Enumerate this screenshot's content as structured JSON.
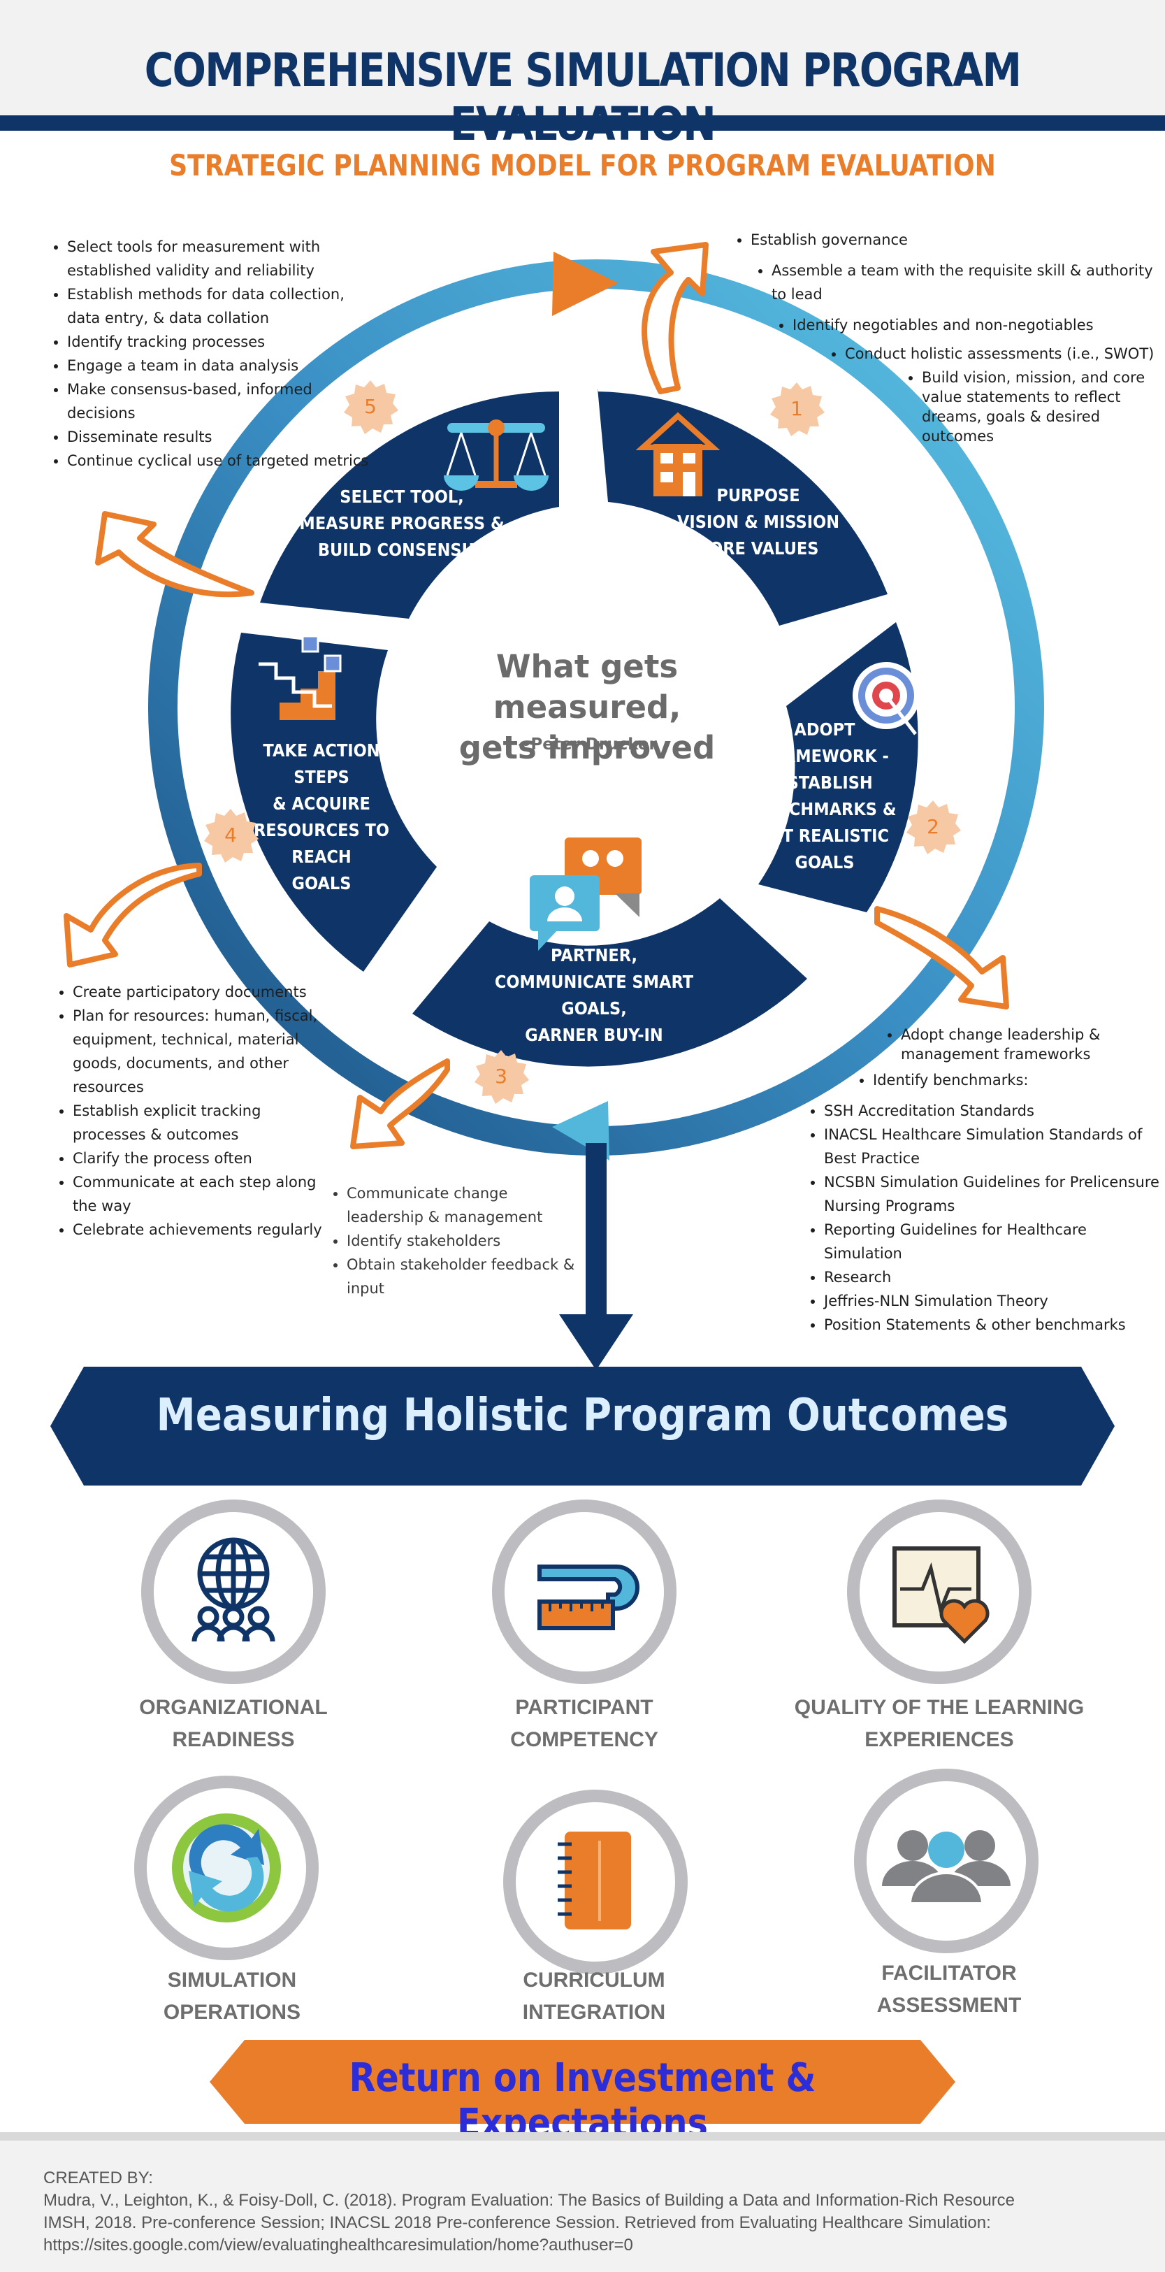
{
  "header": {
    "title": "COMPREHENSIVE SIMULATION PROGRAM EVALUATION",
    "subtitle": "STRATEGIC PLANNING MODEL FOR PROGRAM EVALUATION"
  },
  "quote": {
    "line1": "What gets measured,",
    "line2": "gets improved",
    "author": "~Peter Drucker"
  },
  "segments": [
    {
      "number": "1",
      "label_lines": [
        "PURPOSE",
        "VISION & MISSION",
        "CORE VALUES"
      ]
    },
    {
      "number": "2",
      "label_lines": [
        "ADOPT",
        "FRAMEWORK -",
        "ESTABLISH",
        "BENCHMARKS &",
        "SET REALISTIC",
        "GOALS"
      ]
    },
    {
      "number": "3",
      "label_lines": [
        "PARTNER,",
        "COMMUNICATE SMART GOALS,",
        "GARNER BUY-IN"
      ]
    },
    {
      "number": "4",
      "label_lines": [
        "TAKE ACTION STEPS",
        "& ACQUIRE",
        "RESOURCES TO",
        "REACH",
        "GOALS"
      ]
    },
    {
      "number": "5",
      "label_lines": [
        "SELECT TOOL,",
        "MEASURE PROGRESS &",
        "BUILD CONSENSUS"
      ]
    }
  ],
  "notes": {
    "step1": [
      "Establish governance",
      "Assemble a team with the requisite skill & authority to lead",
      "Identify negotiables and non-negotiables",
      "Conduct holistic assessments (i.e., SWOT)",
      "Build vision, mission, and core value statements to reflect dreams, goals & desired outcomes"
    ],
    "step2": [
      "Adopt change leadership & management frameworks",
      "Identify benchmarks:",
      "SSH Accreditation Standards",
      "INACSL Healthcare Simulation Standards of Best Practice",
      "NCSBN Simulation Guidelines for Prelicensure Nursing Programs",
      "Reporting Guidelines for Healthcare Simulation",
      "Research",
      "Jeffries-NLN Simulation Theory",
      "Position Statements & other benchmarks"
    ],
    "step3": [
      "Communicate change leadership & management",
      "Identify stakeholders",
      "Obtain stakeholder feedback & input"
    ],
    "step4": [
      "Create participatory documents",
      "Plan for resources: human, fiscal, equipment, technical, material goods, documents, and other resources",
      "Establish explicit tracking processes & outcomes",
      "Clarify the process often",
      "Communicate at each step along the way",
      "Celebrate achievements regularly"
    ],
    "step5": [
      "Select tools for measurement with established validity and reliability",
      "Establish methods for data collection, data entry, & data collation",
      "Identify tracking processes",
      "Engage a team in data analysis",
      "Make consensus-based, informed decisions",
      "Disseminate results",
      "Continue cyclical use of targeted metrics"
    ]
  },
  "banner": {
    "text": "Measuring Holistic Program Outcomes"
  },
  "outcomes": [
    {
      "icon": "globe-people-icon",
      "lines": [
        "ORGANIZATIONAL",
        "READINESS"
      ]
    },
    {
      "icon": "tape-measure-icon",
      "lines": [
        "PARTICIPANT",
        "COMPETENCY"
      ]
    },
    {
      "icon": "heart-monitor-icon",
      "lines": [
        "QUALITY OF THE LEARNING",
        "EXPERIENCES"
      ]
    },
    {
      "icon": "refresh-globe-icon",
      "lines": [
        "SIMULATION",
        "OPERATIONS"
      ]
    },
    {
      "icon": "notebook-icon",
      "lines": [
        "CURRICULUM",
        "INTEGRATION"
      ]
    },
    {
      "icon": "group-icon",
      "lines": [
        "FACILITATOR",
        "ASSESSMENT"
      ]
    }
  ],
  "roi": {
    "text": "Return on Investment & Expectations"
  },
  "footer": {
    "created_by": "CREATED BY:",
    "line1": "Mudra, V., Leighton, K., & Foisy-Doll, C. (2018). Program Evaluation: The Basics of Building a Data and Information-Rich Resource",
    "line2": "IMSH, 2018.  Pre-conference Session; INACSL 2018 Pre-conference Session. Retrieved from Evaluating Healthcare Simulation:",
    "line3": "https://sites.google.com/view/evaluatinghealthcaresimulation/home?authuser=0"
  },
  "colors": {
    "navy": "#0f3468",
    "ring_light": "#52b7da",
    "ring_dark": "#1b5f93",
    "orange": "#ea7d2a",
    "grey_ring": "#bdbdc1"
  }
}
